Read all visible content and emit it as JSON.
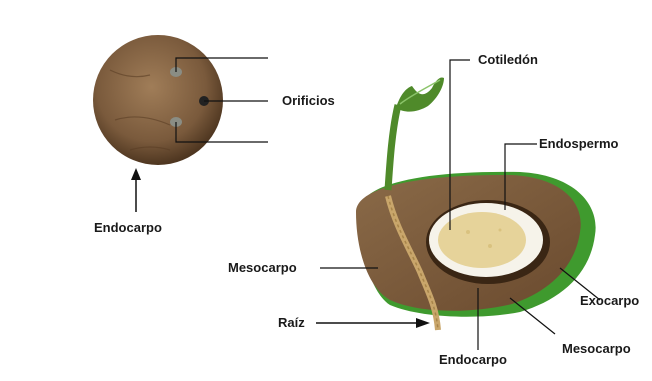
{
  "labels": {
    "cotiledon": "Cotiledón",
    "endospermo": "Endospermo",
    "orificios": "Orificios",
    "endocarpo_seed": "Endocarpo",
    "mesocarpo_left": "Mesocarpo",
    "exocarpo": "Exocarpo",
    "raiz": "Raíz",
    "mesocarpo_right": "Mesocarpo",
    "endocarpo_bottom": "Endocarpo"
  },
  "colors": {
    "background": "#ffffff",
    "husk_brown": "#7a5a3c",
    "husk_dark": "#5c4028",
    "exocarp_green": "#3f9a2e",
    "shoot_green": "#4f8a2a",
    "endosperm_white": "#f6f3ea",
    "cotyledon_yellow": "#e6d39a",
    "root_tan": "#c9a66b",
    "line_color": "#111111"
  }
}
